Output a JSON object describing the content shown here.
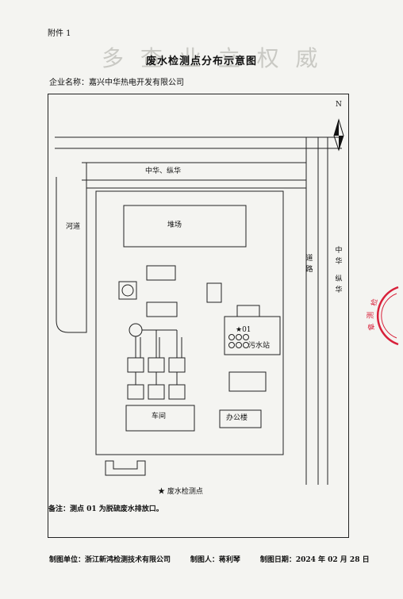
{
  "attachment_label": "附件 1",
  "title": "废水检测点分布示意图",
  "company": {
    "label": "企业名称：",
    "name": "嘉兴中华热电开发有限公司"
  },
  "map": {
    "north": "N",
    "road_top": "中华、纵华",
    "river": "河道",
    "yard": "堆场",
    "road_right": [
      "道",
      "路"
    ],
    "road_right_outer": [
      "中",
      "华",
      "纵",
      "华"
    ],
    "monitor_point": "★01",
    "sewage_station": "污水站",
    "workshop": "车间",
    "office": "办公楼",
    "legend": "★ 废水检测点",
    "note": "备注：测点 01 为脱硫废水排放口。"
  },
  "footer": {
    "unit_label": "制图单位：",
    "unit": "浙江新鸿检测技术有限公司",
    "drawer_label": "制图人：",
    "drawer": "蒋利琴",
    "date_label": "制图日期：",
    "date": "2024 年 02 月 28 日"
  },
  "watermark": "多 查 业 立 权 威",
  "colors": {
    "ink": "#111111",
    "seal_red": "#d8203a",
    "paper": "#f4f4f1"
  }
}
